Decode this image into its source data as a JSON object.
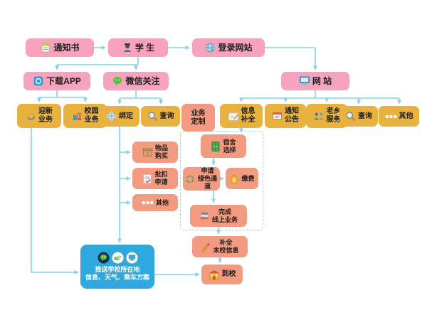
{
  "colors": {
    "pink": "#f7a3bd",
    "yellow": "#e9b13e",
    "orange": "#f29b80",
    "blue": "#2fa8dd",
    "arrow": "#86d2e8",
    "dash": "#9bd8e8"
  },
  "icons": [
    "notepad-icon",
    "student-icon",
    "globe-login-icon",
    "app-icon",
    "wechat-icon",
    "monitor-icon",
    "refresh-people-icon",
    "campus-building-icon",
    "bind-globe-icon",
    "search-icon",
    "pencil-card-icon",
    "notice-card-icon",
    "people-group-icon",
    "dots-icon",
    "goods-box-icon",
    "document-check-icon",
    "dorm-door-icon",
    "green-channel-icon",
    "money-bag-icon",
    "books-icon",
    "pencil-icon",
    "school-building-icon",
    "wechat-round-icon",
    "cloud-icon",
    "monitor-round-icon"
  ],
  "nodes": {
    "notice": {
      "label": "通知书"
    },
    "student": {
      "label": "学 生"
    },
    "login": {
      "label": "登录网站"
    },
    "download_app": {
      "label": "下载APP"
    },
    "wechat_follow": {
      "label": "微信关注"
    },
    "website": {
      "label": "网 站"
    },
    "welcome_biz": {
      "label": "迎新\n业务"
    },
    "campus_biz": {
      "label": "校园\n业务"
    },
    "bind": {
      "label": "绑定"
    },
    "query_wechat": {
      "label": "查询"
    },
    "biz_custom": {
      "label": "业务\n定制"
    },
    "info_fill": {
      "label": "信息\n补全"
    },
    "notice_board": {
      "label": "通知\n公告"
    },
    "hometown": {
      "label": "老乡\n服务"
    },
    "query_web": {
      "label": "查询"
    },
    "other_web": {
      "label": "其他"
    },
    "goods_buy": {
      "label": "物品\n购买"
    },
    "deduct_apply": {
      "label": "批扣\n申请"
    },
    "other_app": {
      "label": "其他"
    },
    "dorm_select": {
      "label": "宿舍\n选择"
    },
    "green_channel": {
      "label": "申请\n绿色通道"
    },
    "pay": {
      "label": "缴费"
    },
    "finish_online": {
      "label": "完成\n线上业务"
    },
    "fill_missing": {
      "label": "补全\n未校信息"
    },
    "arrive": {
      "label": "到校"
    },
    "push_info": {
      "label": "推送学校所在地\n信息、天气、乘车方案"
    }
  }
}
